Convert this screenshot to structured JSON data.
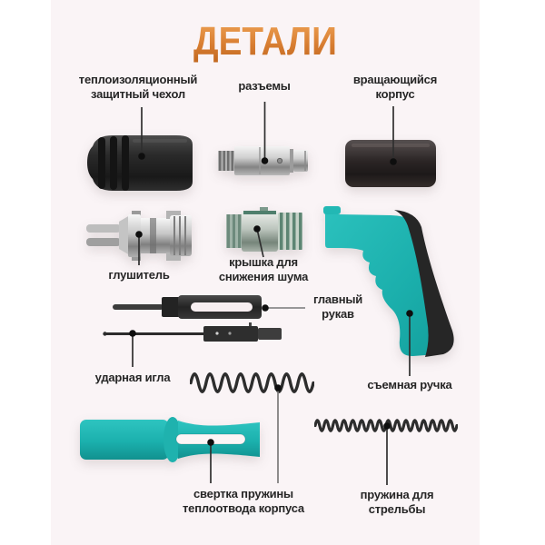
{
  "title": "ДЕТАЛИ",
  "labels": {
    "cover": "теплоизоляционный защитный чехол",
    "connectors": "разъемы",
    "rotating_body": "вращающийся корпус",
    "silencer": "глушитель",
    "noise_cap": "крышка для снижения шума",
    "main_sleeve": "главный рукав",
    "striker_needle": "ударная игла",
    "removable_handle": "съемная ручка",
    "heat_coil": "свертка пружины теплоотвода корпуса",
    "shooting_spring": "пружина для стрельбы"
  },
  "colors": {
    "accent_teal": "#1db3b0",
    "title_gradient_top": "#efa355",
    "title_gradient_bottom": "#c0661e",
    "panel_bg": "#faf4f6",
    "pointer_line": "#2f2f2f",
    "part_dark": "#262626"
  }
}
